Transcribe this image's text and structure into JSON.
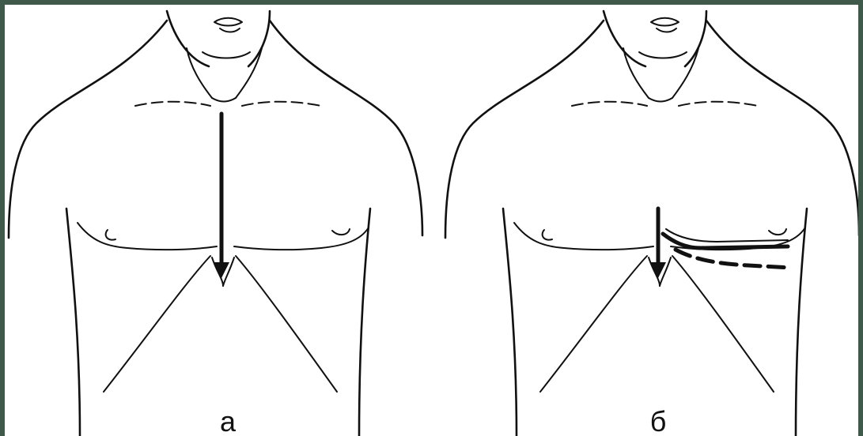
{
  "panels": [
    {
      "id": "a",
      "caption": "а"
    },
    {
      "id": "b",
      "caption": "б"
    }
  ]
}
